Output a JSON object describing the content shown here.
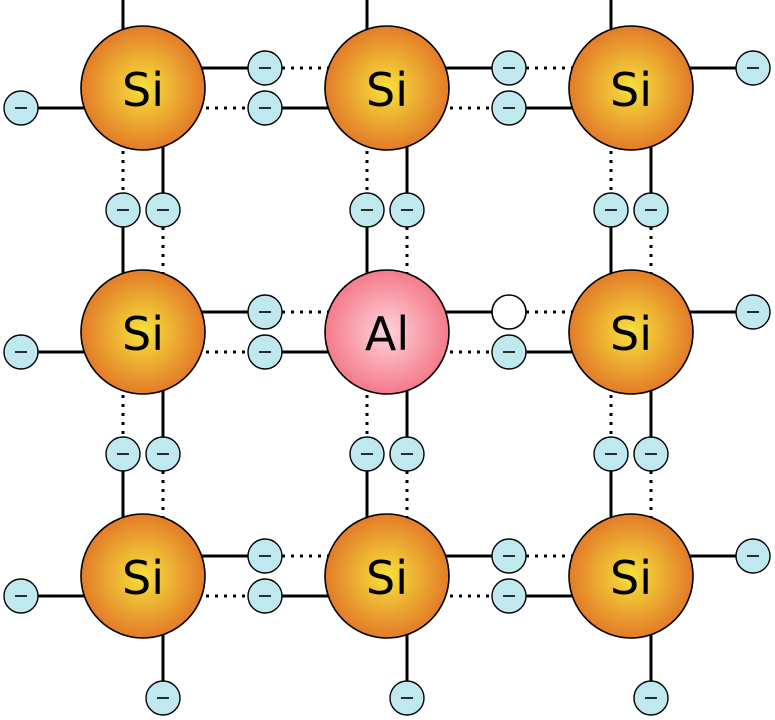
{
  "title": "",
  "colors": {
    "silicon_center": "#f6e23c",
    "silicon_edge": "#e37b28",
    "aluminium_center": "#ffd4dc",
    "aluminium_edge": "#f47a8a",
    "electron_fill": "#bfe9ef",
    "hole_fill": "#ffffff",
    "bond": "#000000"
  },
  "atoms": [
    {
      "row": 0,
      "col": 0,
      "element": "Si"
    },
    {
      "row": 0,
      "col": 1,
      "element": "Si"
    },
    {
      "row": 0,
      "col": 2,
      "element": "Si"
    },
    {
      "row": 1,
      "col": 0,
      "element": "Si"
    },
    {
      "row": 1,
      "col": 1,
      "element": "Al"
    },
    {
      "row": 1,
      "col": 2,
      "element": "Si"
    },
    {
      "row": 2,
      "col": 0,
      "element": "Si"
    },
    {
      "row": 2,
      "col": 1,
      "element": "Si"
    },
    {
      "row": 2,
      "col": 2,
      "element": "Si"
    }
  ],
  "electron_symbol": "−",
  "hole": {
    "description": "missing electron in Al–Si bond",
    "between": [
      "Al",
      "Si"
    ]
  }
}
